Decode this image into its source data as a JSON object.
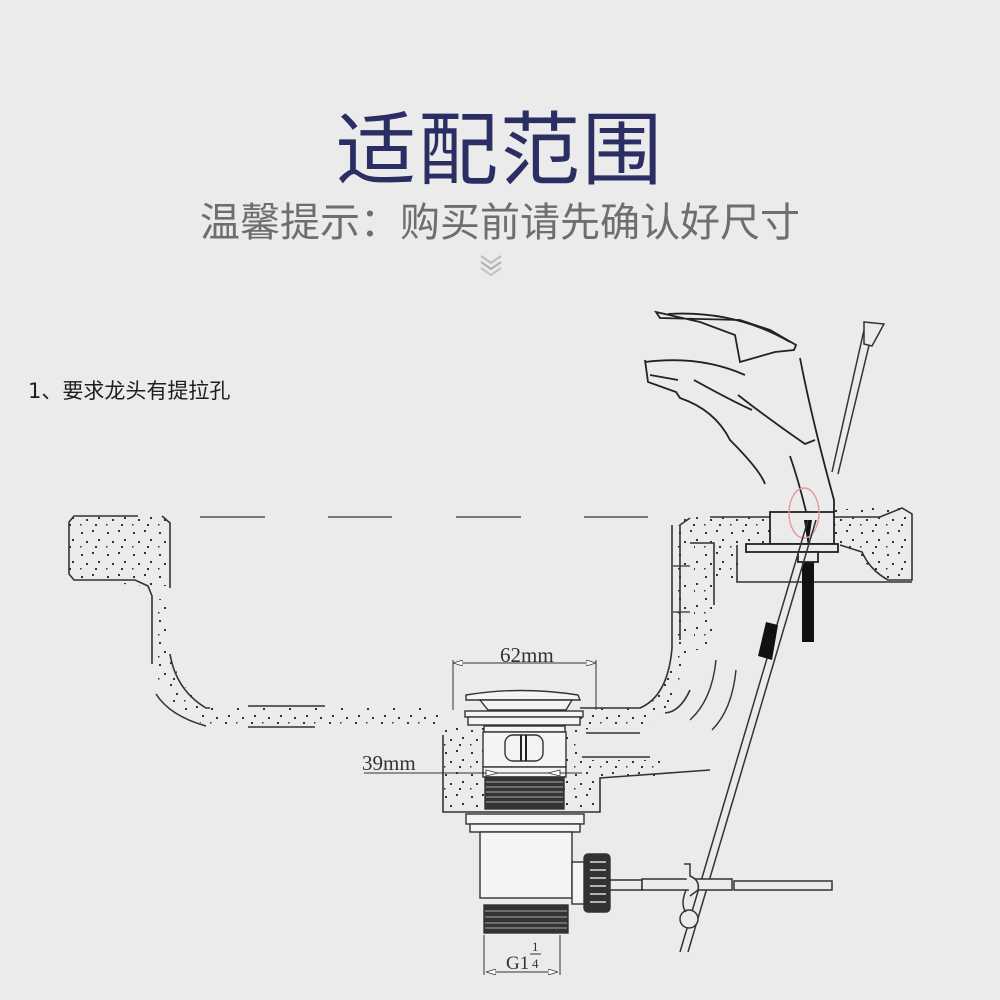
{
  "header": {
    "title": "适配范围",
    "subtitle": "温馨提示：购买前请先确认好尺寸",
    "scroll_hint_icon": "double-chevron-down-icon"
  },
  "notes": [
    {
      "label": "1、要求龙头有提拉孔"
    }
  ],
  "diagram": {
    "dimensions": {
      "top_diameter": "62mm",
      "body_diameter": "39mm",
      "thread_prefix": "G1",
      "thread_fraction_num": "1",
      "thread_fraction_den": "4"
    },
    "components": [
      "basin-countertop",
      "faucet",
      "pop-up-drain",
      "pull-rod",
      "lift-rod-linkage"
    ]
  },
  "colors": {
    "background": "#ebebeb",
    "title": "#2b2e63",
    "subtitle": "#6e6e6e",
    "line": "#333333",
    "highlight_circle": "#e8a0a0"
  }
}
